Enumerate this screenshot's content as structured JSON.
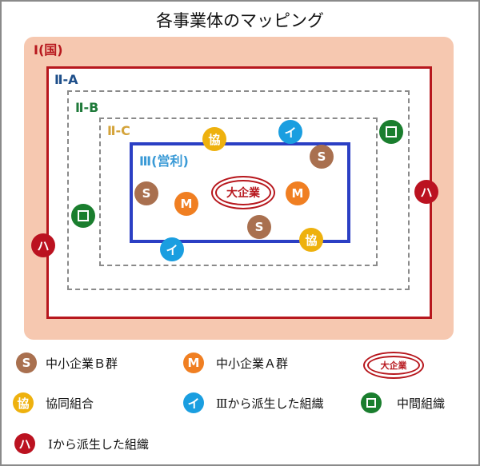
{
  "title": "各事業体のマッピング",
  "regions": {
    "r1": "Ⅰ(国)",
    "r2a": "Ⅱ-A",
    "r2b": "Ⅱ-B",
    "r2c": "Ⅱ-C",
    "r3": "Ⅲ(営利)"
  },
  "markers": {
    "S": "S",
    "M": "M",
    "kyo": "協",
    "i": "イ",
    "ha": "ハ",
    "large": "大企業"
  },
  "legend": {
    "s": "中小企業Ｂ群",
    "m": "中小企業Ａ群",
    "large": "大企業",
    "kyo": "協同組合",
    "i": "Ⅲから派生した組織",
    "ro": "中間組織",
    "ha": "Ⅰから派生した組織"
  },
  "colors": {
    "S": "#a9704f",
    "M": "#f07f22",
    "kyo": "#eeb10e",
    "i": "#1a9ee0",
    "ro": "#1a7e2e",
    "ha": "#bb1220",
    "r2a": "#1e4f8a",
    "r2b": "#1f7a3a",
    "r2c": "#d4a33a",
    "r3": "#3a9ad6"
  }
}
